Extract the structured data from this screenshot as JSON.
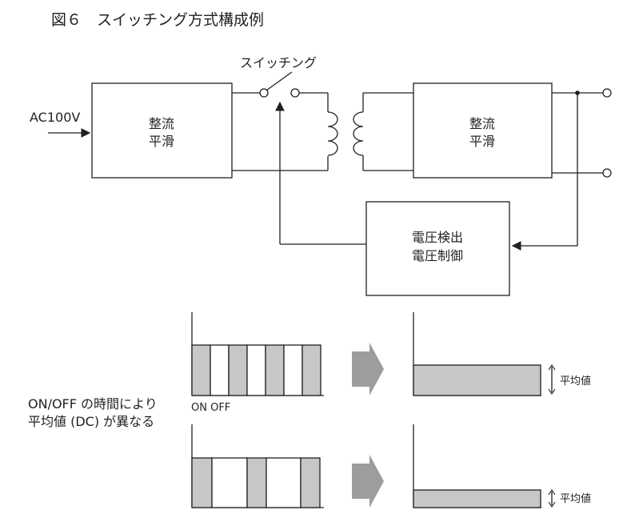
{
  "title": "図６　スイッチング方式構成例",
  "circuit": {
    "input_label": "AC100V",
    "block1": {
      "line1": "整流",
      "line2": "平滑"
    },
    "switch_label": "スイッチング",
    "block2": {
      "line1": "整流",
      "line2": "平滑"
    },
    "control": {
      "line1": "電圧検出",
      "line2": "電圧制御"
    }
  },
  "waveforms": {
    "note_line1": "ON/OFF の時間により",
    "note_line2": "平均値 (DC) が異なる",
    "pulse_label": "ON OFF",
    "average_label_top": "平均値",
    "average_label_bottom": "平均値",
    "top": {
      "average_level": 0.42
    },
    "bottom": {
      "average_level": 0.22
    }
  },
  "colors": {
    "line": "#231f20",
    "gray_fill": "#c7c7c7",
    "arrow": "#9d9d9d"
  }
}
